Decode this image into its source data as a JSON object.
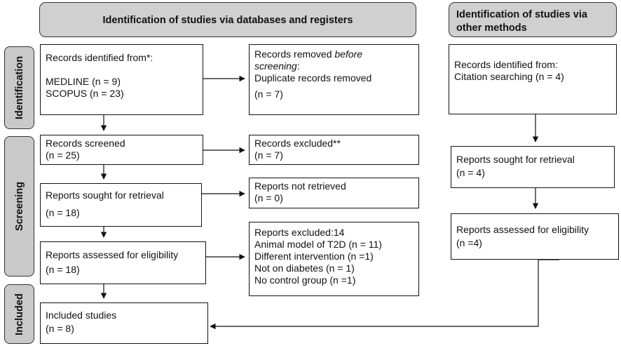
{
  "headers": {
    "databases": "Identification of studies via databases and registers",
    "other": "Identification of studies via other methods"
  },
  "phases": {
    "identification": "Identification",
    "screening": "Screening",
    "included": "Included"
  },
  "left": {
    "identified": {
      "title": "Records identified from*:",
      "medline": "MEDLINE (n = 9)",
      "scopus": "SCOPUS (n = 23)"
    },
    "screened": {
      "title": "Records screened",
      "count": "(n = 25)"
    },
    "sought": {
      "title": "Reports sought for retrieval",
      "count": "(n = 18)"
    },
    "assessed": {
      "title": "Reports assessed for eligibility",
      "count": "(n = 18)"
    },
    "included": {
      "title": "Included studies",
      "count": "(n = 8)"
    }
  },
  "middle": {
    "removed": {
      "w1": "Records",
      "w2": "removed",
      "w3": "before",
      "w4": "screening",
      "colon": ":",
      "line2": "Duplicate records removed",
      "count": "(n = 7)"
    },
    "excluded": {
      "title": "Records excluded**",
      "count": "(n = 7)"
    },
    "not_retrieved": {
      "title": "Reports not retrieved",
      "count": "(n = 0)"
    },
    "reports_excluded": {
      "title": "Reports excluded:14",
      "reasons": [
        "Animal model of T2D (n = 11)",
        "Different intervention (n =1)",
        "Not on diabetes (n = 1)",
        "No control group (n =1)"
      ]
    }
  },
  "right": {
    "identified": {
      "title": "Records identified from:",
      "source": "Citation searching (n = 4)"
    },
    "sought": {
      "title": "Reports sought for retrieval",
      "count": "(n = 4)"
    },
    "assessed": {
      "title": "Reports assessed for eligibility",
      "count": "(n =4)"
    }
  }
}
